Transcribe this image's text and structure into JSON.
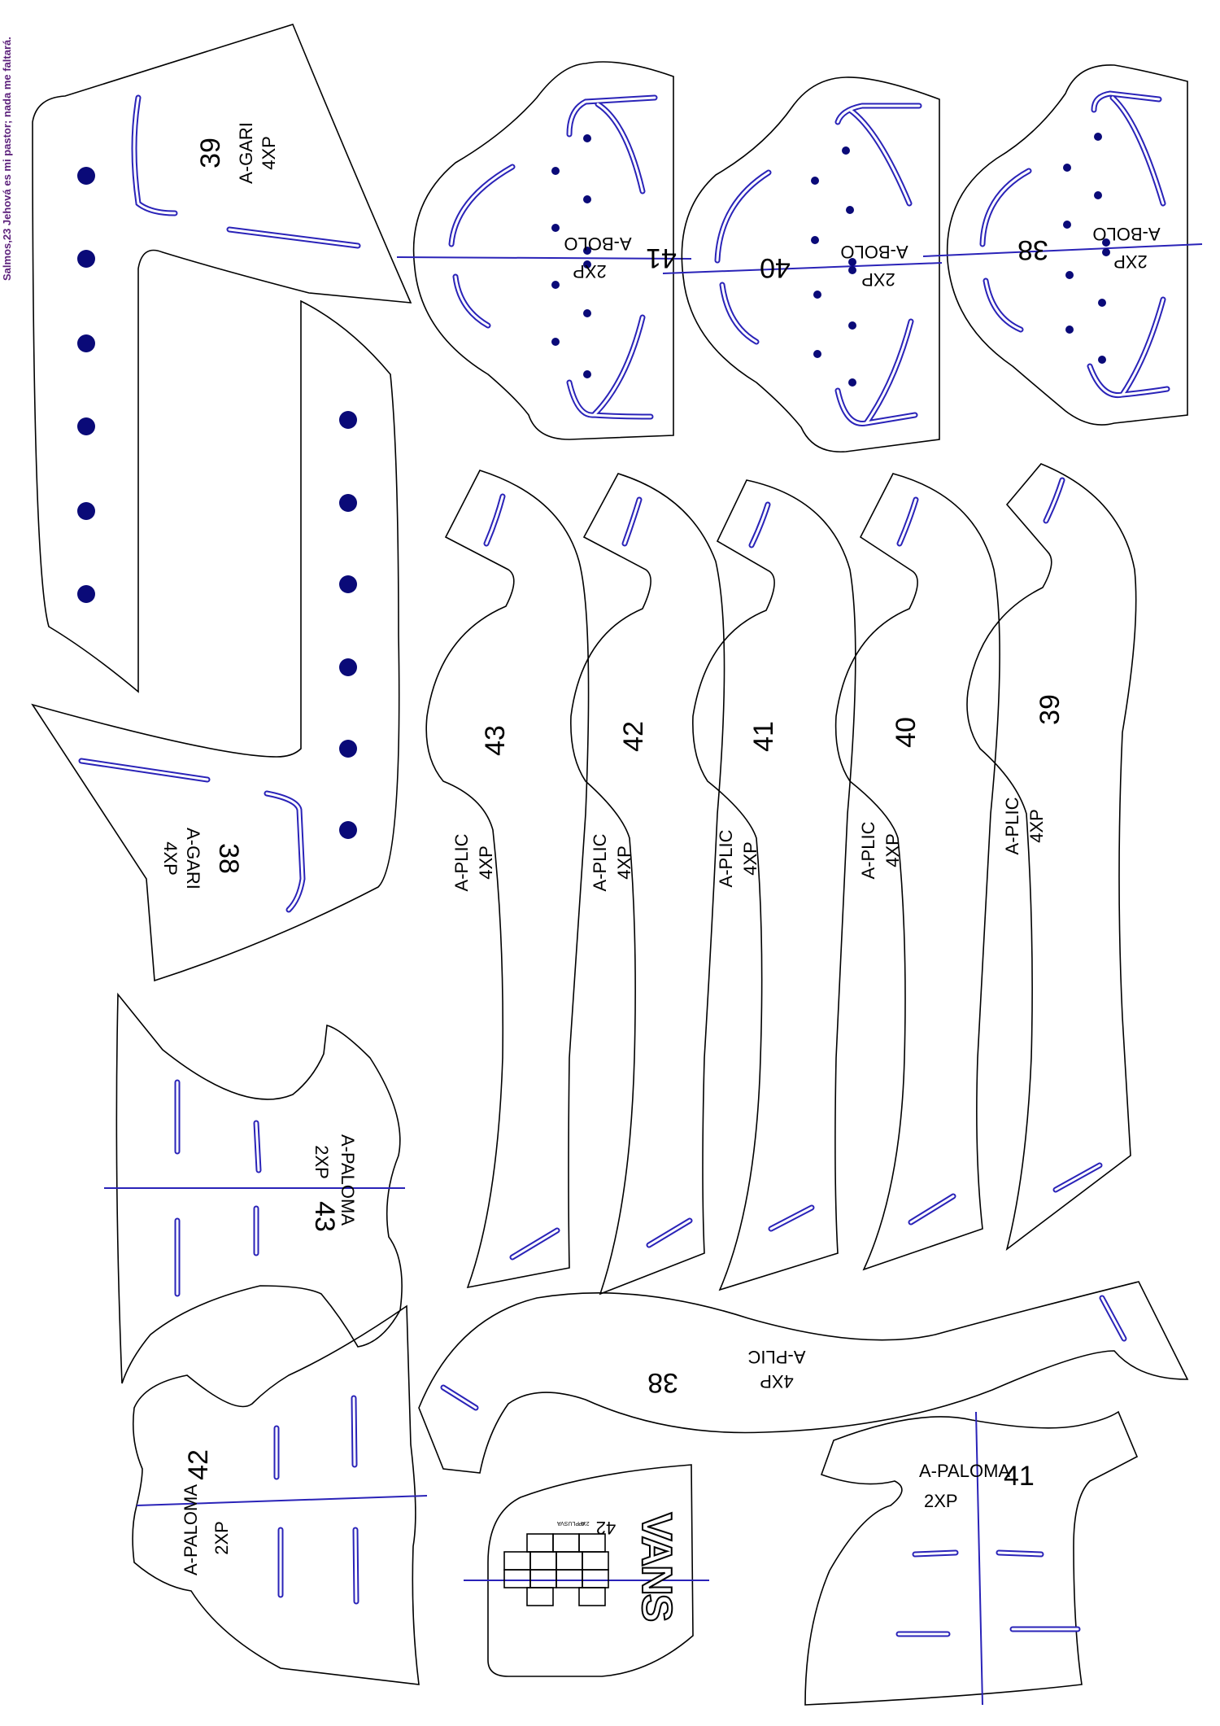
{
  "header": {
    "verse": "Salmos,23 Jehová es mi pastor; nada me faltará."
  },
  "colors": {
    "outline": "#000000",
    "slot": "#2a23b8",
    "axis": "#2a23b8",
    "dot": "#0a0a78",
    "verse": "#5b1f7a"
  },
  "pieces": {
    "gari_39": {
      "size": "39",
      "name": "A-GARI",
      "qty": "4XP"
    },
    "gari_38": {
      "size": "38",
      "name": "A-GARI",
      "qty": "4XP"
    },
    "bolo_41": {
      "size": "41",
      "name": "A-BOLO",
      "qty": "2XP"
    },
    "bolo_40": {
      "size": "40",
      "name": "A-BOLO",
      "qty": "2XP"
    },
    "bolo_38": {
      "size": "38",
      "name": "A-BOLO",
      "qty": "2XP"
    },
    "plic_43": {
      "size": "43",
      "name": "A-PLIC",
      "qty": "4XP"
    },
    "plic_42": {
      "size": "42",
      "name": "A-PLIC",
      "qty": "4XP"
    },
    "plic_41": {
      "size": "41",
      "name": "A-PLIC",
      "qty": "4XP"
    },
    "plic_40": {
      "size": "40",
      "name": "A-PLIC",
      "qty": "4XP"
    },
    "plic_39": {
      "size": "39",
      "name": "A-PLIC",
      "qty": "4XP"
    },
    "plic_38": {
      "size": "38",
      "name": "A-PLIC",
      "qty": "4XP"
    },
    "paloma_43": {
      "size": "43",
      "name": "A-PALOMA",
      "qty": "2XP"
    },
    "paloma_42": {
      "size": "42",
      "name": "A-PALOMA",
      "qty": "2XP"
    },
    "paloma_41": {
      "size": "41",
      "name": "A-PALOMA",
      "qty": "2XP"
    },
    "vans_42": {
      "size": "42",
      "logo": "VANS",
      "small_text": "A-PLUSVA",
      "small_qty": "2XP"
    }
  }
}
